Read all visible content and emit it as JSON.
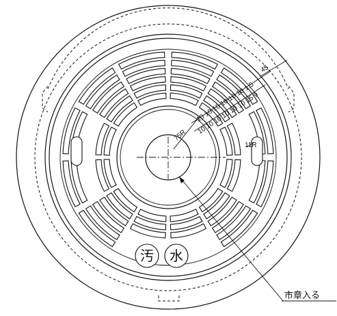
{
  "diagram": {
    "labels": {
      "radius_75": "75R",
      "radius_11": "11R",
      "dim_outer": "45",
      "dim_row1": "10 10 10 10 10 10 1.5",
      "dim_row2": "10 10 10 10 10 10 15 9",
      "char_left": "汚",
      "char_right": "水",
      "emblem_note": "市章入る"
    },
    "icons": {
      "marker_left": "circled-kanji-icon",
      "marker_right": "circled-kanji-icon"
    }
  }
}
